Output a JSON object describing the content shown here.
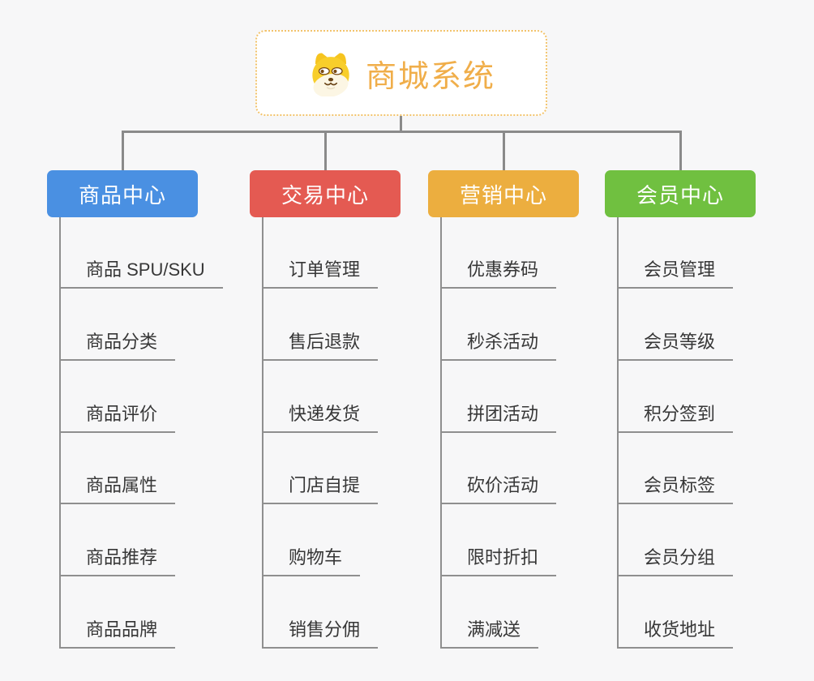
{
  "root": {
    "title": "商城系统",
    "icon": "doge-icon",
    "text_color": "#f0ae4a",
    "border_color": "#f2c36b"
  },
  "connector_color": "#8a8a8a",
  "item_line_color": "#8f8f8f",
  "item_text_color": "#373737",
  "branches": [
    {
      "label": "商品中心",
      "color": "#4a90e2",
      "items": [
        "商品 SPU/SKU",
        "商品分类",
        "商品评价",
        "商品属性",
        "商品推荐",
        "商品品牌"
      ]
    },
    {
      "label": "交易中心",
      "color": "#e45a52",
      "items": [
        "订单管理",
        "售后退款",
        "快递发货",
        "门店自提",
        "购物车",
        "销售分佣"
      ]
    },
    {
      "label": "营销中心",
      "color": "#ecae3f",
      "items": [
        "优惠券码",
        "秒杀活动",
        "拼团活动",
        "砍价活动",
        "限时折扣",
        "满减送"
      ]
    },
    {
      "label": "会员中心",
      "color": "#70c040",
      "items": [
        "会员管理",
        "会员等级",
        "积分签到",
        "会员标签",
        "会员分组",
        "收货地址"
      ]
    }
  ]
}
